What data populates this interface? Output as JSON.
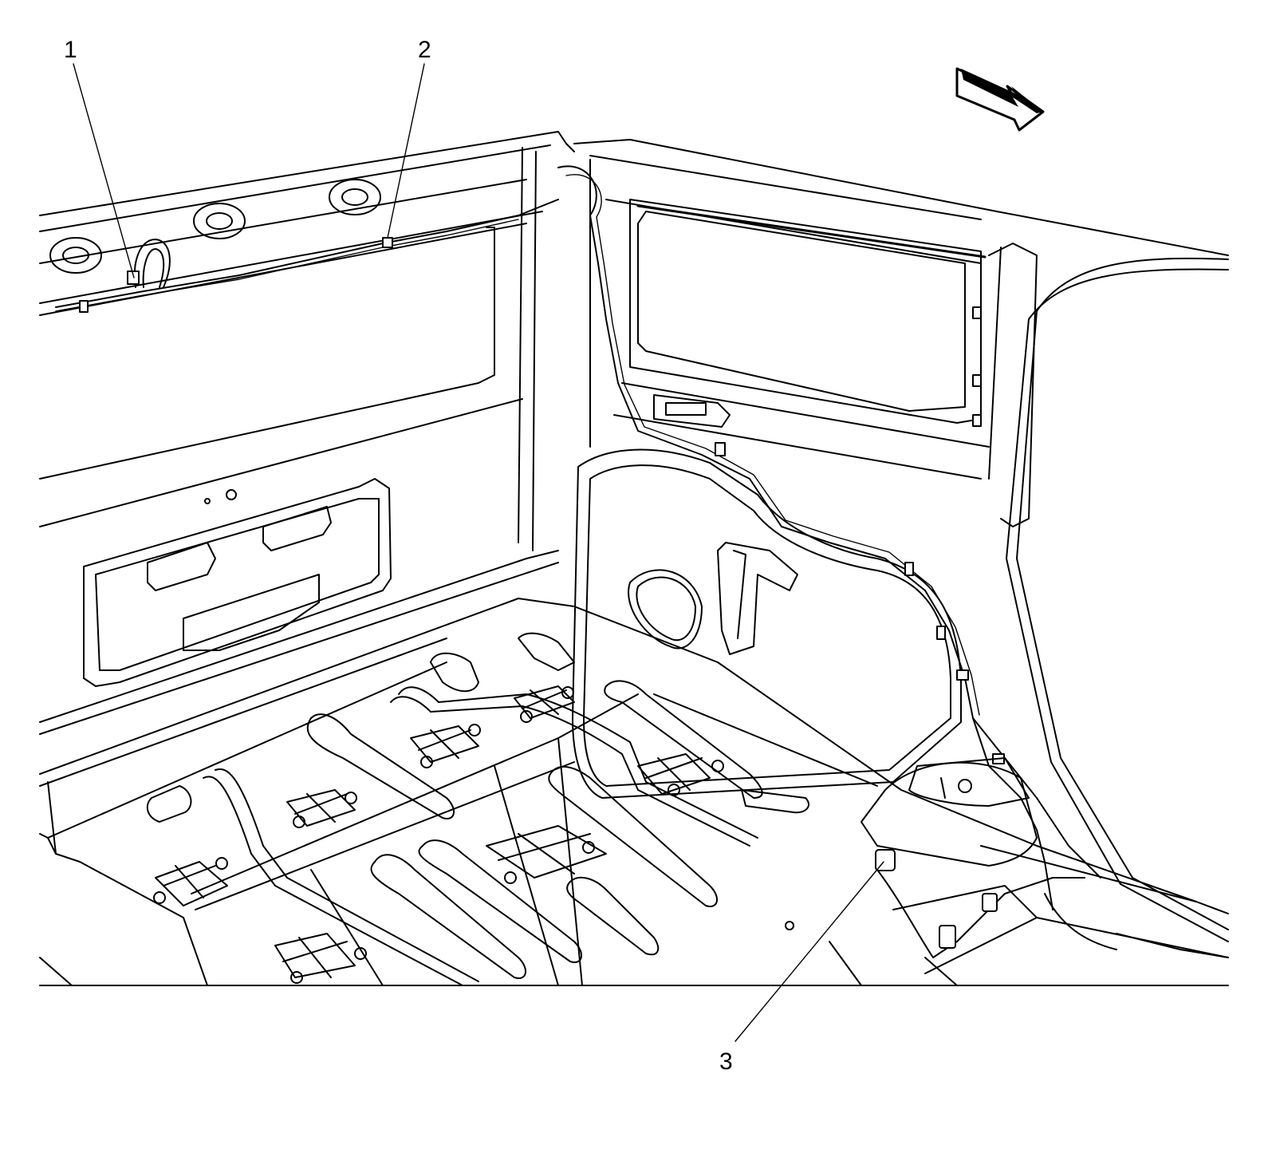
{
  "callouts": [
    {
      "label": "1"
    },
    {
      "label": "2"
    },
    {
      "label": "3"
    }
  ],
  "icons": {
    "direction_arrow": "forward-arrow-icon"
  }
}
